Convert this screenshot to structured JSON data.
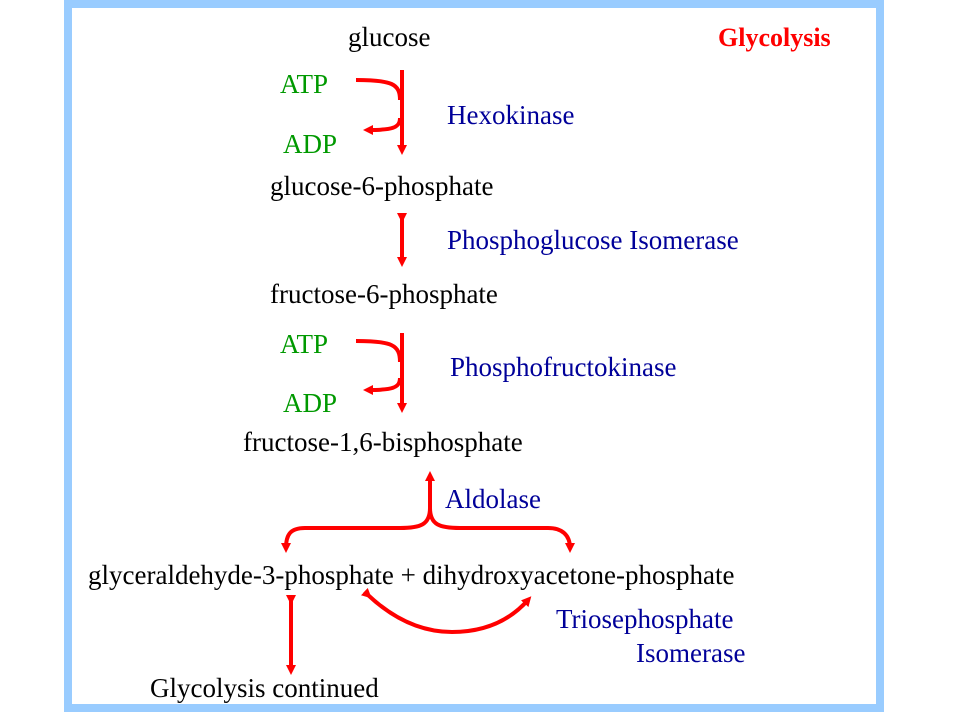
{
  "title": "Glycolysis",
  "colors": {
    "border": "#99ccff",
    "arrow": "#ff0000",
    "metabolite": "#000000",
    "cofactor": "#009900",
    "enzyme": "#000099",
    "title": "#ff0000"
  },
  "metabolites": {
    "glucose": "glucose",
    "g6p": "glucose-6-phosphate",
    "f6p": "fructose-6-phosphate",
    "f16bp": "fructose-1,6-bisphosphate",
    "triose": "glyceraldehyde-3-phosphate + dihydroxyacetone-phosphate",
    "continued": "Glycolysis continued"
  },
  "cofactors": {
    "atp1": "ATP",
    "adp1": "ADP",
    "atp2": "ATP",
    "adp2": "ADP"
  },
  "enzymes": {
    "hexokinase": "Hexokinase",
    "pgi": "Phosphoglucose Isomerase",
    "pfk": "Phosphofructokinase",
    "aldolase": "Aldolase",
    "tpi_line1": "Triosephosphate",
    "tpi_line2": "Isomerase"
  }
}
